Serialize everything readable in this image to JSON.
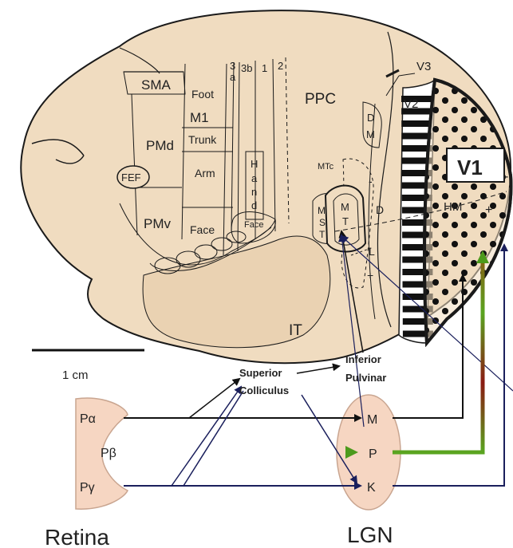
{
  "colors": {
    "brain_fill": "#f0dcc0",
    "outline": "#1a1a1a",
    "m_pathway": "#111111",
    "k_pathway": "#1a1f5c",
    "p_green": "#4c9a1c",
    "p_red": "#8a1a12"
  },
  "brain_labels": {
    "sma": "SMA",
    "foot": "Foot",
    "m1": "M1",
    "trunk": "Trunk",
    "arm": "Arm",
    "face_m": "Face",
    "pmd": "PMd",
    "pmv": "PMv",
    "fef": "FEF",
    "area_3a_top": "3",
    "area_3a_bottom": "a",
    "area_3b": "3b",
    "area_1": "1",
    "area_2": "2",
    "hand_h": "H",
    "hand_a": "a",
    "hand_n": "n",
    "hand_d": "d",
    "face_s": "Face",
    "ppc": "PPC",
    "dm_d": "D",
    "dm_m": "M",
    "mtc": "MTc",
    "mst_m": "M",
    "mst_s": "S",
    "mst_t": "T",
    "mt_m": "M",
    "mt_t": "T",
    "minus": "-",
    "d": "D",
    "l": "L",
    "plus": "+",
    "v3": "V3",
    "v2": "V2",
    "v1": "V1",
    "hm": "HM",
    "v1_plus": "+",
    "v1_minus": "-",
    "it": "IT"
  },
  "scale_bar": {
    "label": "1 cm"
  },
  "nodes": {
    "superior_colliculus_1": "Superior",
    "superior_colliculus_2": "Colliculus",
    "inferior_pulvinar_1": "Inferior",
    "inferior_pulvinar_2": "Pulvinar"
  },
  "retina": {
    "title": "Retina",
    "p_alpha": "Pα",
    "p_beta": "Pβ",
    "p_gamma": "Pγ"
  },
  "lgn": {
    "title": "LGN",
    "m": "M",
    "p": "P",
    "k": "K"
  }
}
